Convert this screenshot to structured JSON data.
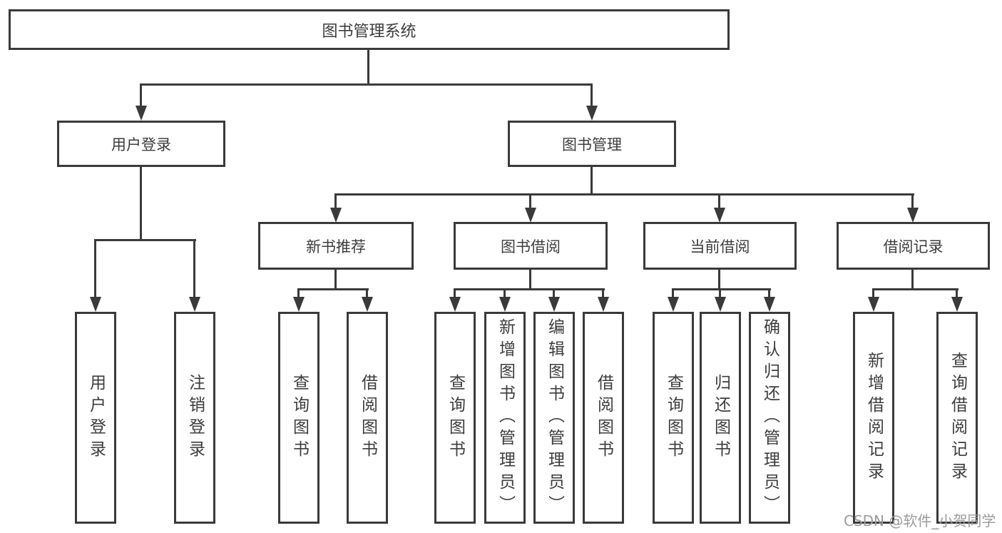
{
  "diagram": {
    "root": "图书管理系统",
    "branches": [
      {
        "label": "用户登录",
        "children": [
          {
            "label": "用户登录"
          },
          {
            "label": "注销登录"
          }
        ]
      },
      {
        "label": "图书管理",
        "children": [
          {
            "label": "新书推荐",
            "children": [
              {
                "label": "查询图书"
              },
              {
                "label": "借阅图书"
              }
            ]
          },
          {
            "label": "图书借阅",
            "children": [
              {
                "label": "查询图书"
              },
              {
                "label": "新增图书（管理员）"
              },
              {
                "label": "编辑图书（管理员）"
              },
              {
                "label": "借阅图书"
              }
            ]
          },
          {
            "label": "当前借阅",
            "children": [
              {
                "label": "查询图书"
              },
              {
                "label": "归还图书"
              },
              {
                "label": "确认归还（管理员）"
              }
            ]
          },
          {
            "label": "借阅记录",
            "children": [
              {
                "label": "新增借阅记录"
              },
              {
                "label": "查询借阅记录"
              }
            ]
          }
        ]
      }
    ]
  },
  "watermark": "CSDN @软件_小贺同学",
  "colors": {
    "line": "#3a3a3a",
    "text": "#3d3d3d",
    "watermark": "#9b9b9b",
    "background": "#ffffff"
  }
}
